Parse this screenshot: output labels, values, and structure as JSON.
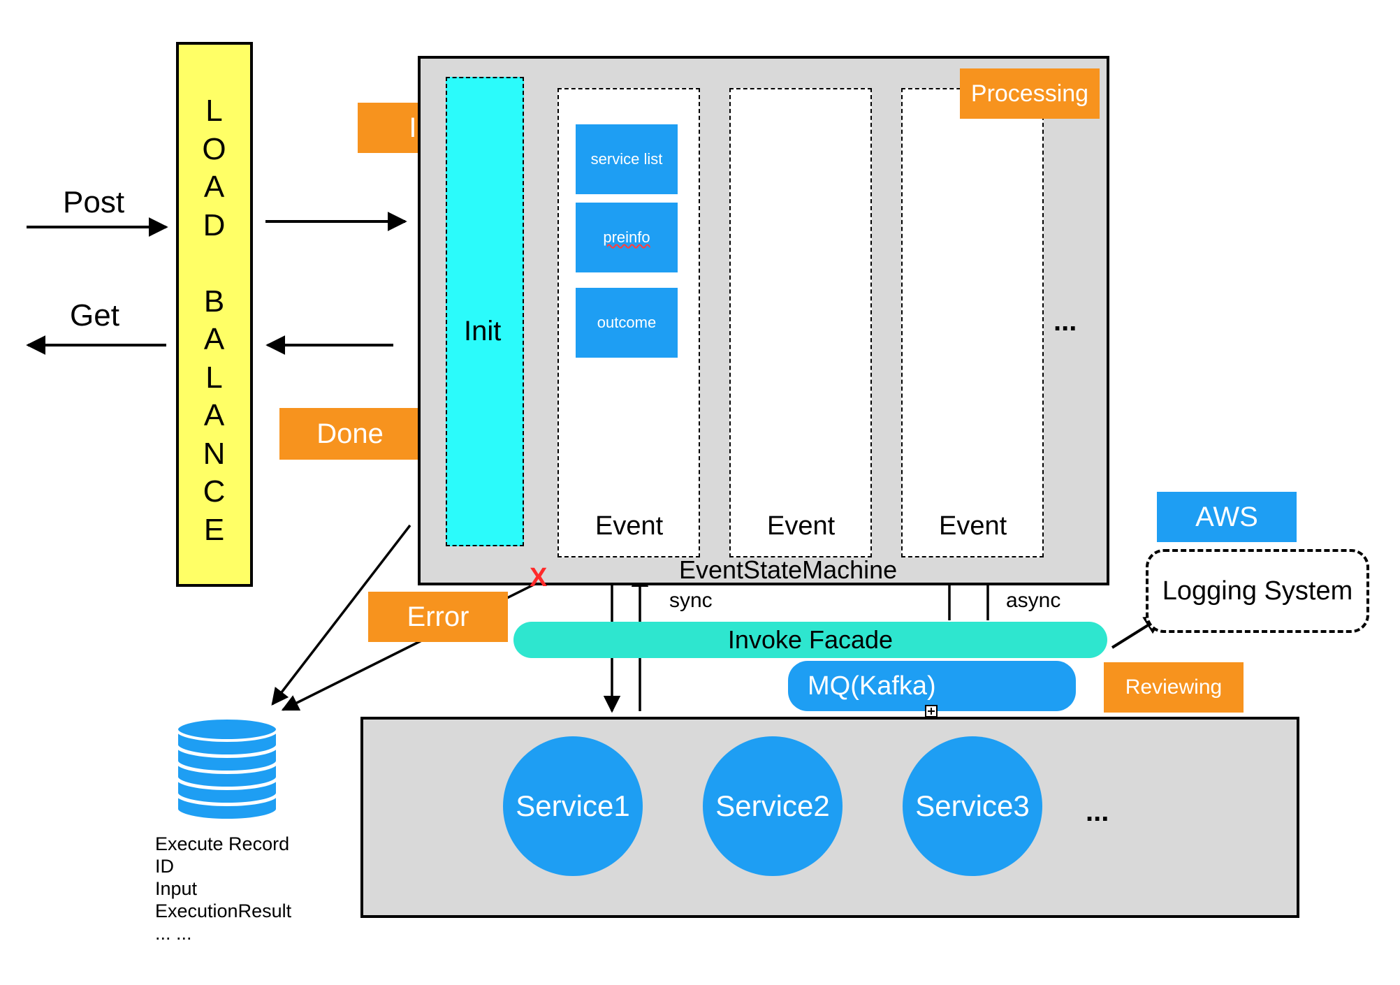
{
  "load_balance": {
    "letters": [
      "L",
      "O",
      "A",
      "D",
      "",
      "B",
      "A",
      "L",
      "A",
      "N",
      "C",
      "E"
    ],
    "fill": "#ffff66"
  },
  "client": {
    "post_label": "Post",
    "get_label": "Get"
  },
  "status_tags": {
    "init": "Init",
    "done": "Done",
    "error": "Error",
    "processing": "Processing",
    "reviewing": "Reviewing"
  },
  "state_machine": {
    "label": "EventStateMachine",
    "init_column_label": "Init",
    "init_column_color": "#2bfbfb",
    "event_blocks": [
      "service list",
      "preinfo",
      "outcome"
    ],
    "event_labels": [
      "Event",
      "Event",
      "Event"
    ],
    "more": "..."
  },
  "invoke": {
    "sync_label": "sync",
    "async_label": "async",
    "facade_label": "Invoke Facade",
    "facade_color": "#2ee6cf",
    "mq_label": "MQ(Kafka)",
    "error_mark": "X"
  },
  "aws": {
    "badge": "AWS",
    "logging_label": "Logging System"
  },
  "services": {
    "items": [
      "Service1",
      "Service2",
      "Service3"
    ],
    "more": "..."
  },
  "database": {
    "color": "#1e9ef3",
    "record_lines": [
      "Execute Record",
      "ID",
      "Input",
      "ExecutionResult",
      "... ..."
    ]
  }
}
